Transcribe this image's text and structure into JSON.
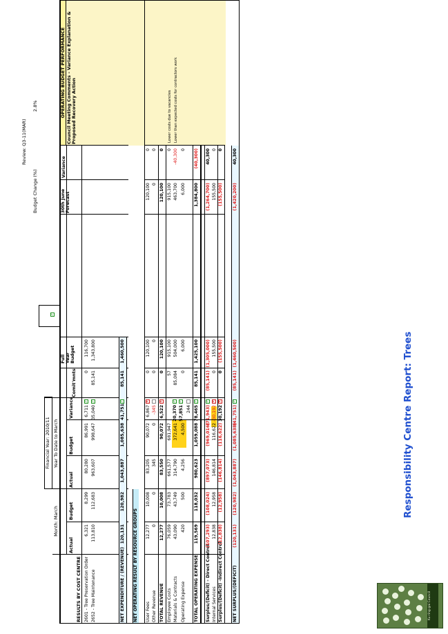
{
  "logo": {
    "text": "Ku-ring-gai Council"
  },
  "title": "Responsibility Centre Report: Trees",
  "review": "Review: Q3-11(MAR)",
  "budget_change": {
    "label": "Budget Change (%)",
    "value": "2.8%"
  },
  "financial_year": "Financial Year: 2010/11",
  "month_header": "Month: March",
  "ytd_header": "Year To Date to March",
  "op_header": "OPERATING BUDGET PERFORMANCE",
  "columns": {
    "actual": "Actual",
    "budget": "Budget",
    "ytd_actual": "Actual",
    "ytd_budget": "Budget",
    "variance": "Variance",
    "commitments": "Comit'mnts",
    "full_year": "Full Year Budget",
    "forecast": "30th June Forecast",
    "op_variance": "Variance",
    "comments": "Council Meeting Comments - Variance Explanation & Proposed Recovery Action"
  },
  "section1": {
    "heading": "RESULTS BY COST CENTRE",
    "rows": [
      {
        "label": "2601 - Tree Preservation Order",
        "m_actual": "6,321",
        "m_budget": "8,299",
        "ytd_actual": "80,280",
        "ytd_budget": "86,991",
        "variance": "6,711",
        "commit": "0",
        "full_year": "116,700"
      },
      {
        "label": "2652 - Tree Maintenance",
        "m_actual": "113,810",
        "m_budget": "112,683",
        "ytd_actual": "963,607",
        "ytd_budget": "998,647",
        "variance": "35,040",
        "commit": "85,141",
        "full_year": "1,343,800"
      }
    ]
  },
  "net_expenditure": {
    "label": "NET EXPENDITURE / (REVENUE)",
    "m_actual": "120,131",
    "m_budget": "120,982",
    "ytd_actual": "1,043,887",
    "ytd_budget": "1,085,638",
    "variance": "41,751",
    "commit": "85,141",
    "full_year": "1,460,500"
  },
  "section2": {
    "heading": "NET OPERATING RESULT BY RESOURCE GROUPS",
    "rows": [
      {
        "label": "User Fees",
        "m_actual": "12,277",
        "m_budget": "10,008",
        "ytd_actual": "83,205",
        "ytd_budget": "90,072",
        "variance": "6,867",
        "commit": "0",
        "full_year": "120,100",
        "forecast": "120,100",
        "op_var": "0",
        "comment": ""
      },
      {
        "label": "Other Revenue",
        "m_actual": "0",
        "m_budget": "0",
        "ytd_actual": "345",
        "ytd_budget": "0",
        "variance": "-345",
        "commit": "0",
        "full_year": "0",
        "forecast": "0",
        "op_var": "0",
        "comment": ""
      },
      {
        "label": "TOTAL REVENUE",
        "m_actual": "12,277",
        "m_budget": "10,008",
        "ytd_actual": "83,550",
        "ytd_budget": "90,072",
        "variance": "6,522",
        "commit": "0",
        "full_year": "120,100",
        "forecast": "120,100",
        "op_var": "0",
        "comment": ""
      },
      {
        "label": "Employee Costs",
        "m_actual": "76,059",
        "m_budget": "73,783",
        "ytd_actual": "661,577",
        "ytd_budget": "681,947",
        "variance": "20,370",
        "commit": "57",
        "full_year": "915,100",
        "forecast": "915,100",
        "op_var": "0",
        "comment": "Lower costs due to vacancies"
      },
      {
        "label": "Materials & Contracts",
        "m_actual": "43,090",
        "m_budget": "43,749",
        "ytd_actual": "314,790",
        "ytd_budget": "372,641",
        "variance": "57,851",
        "commit": "85,084",
        "full_year": "504,000",
        "forecast": "463,700",
        "op_var": "-40,300",
        "comment": "Lower than expected costs for contractors work"
      },
      {
        "label": "Operating Expense",
        "m_actual": "420",
        "m_budget": "500",
        "ytd_actual": "4,256",
        "ytd_budget": "4,500",
        "variance": "244",
        "commit": "0",
        "full_year": "6,000",
        "forecast": "6,000",
        "op_var": "0",
        "comment": ""
      },
      {
        "label": "TOTAL OPERATING EXPENSE",
        "m_actual": "119,569",
        "m_budget": "118,032",
        "ytd_actual": "980,623",
        "ytd_budget": "1,059,088",
        "variance": "78,465",
        "commit": "85,141",
        "full_year": "1,425,100",
        "forecast": "1,384,800",
        "op_var": "(40,300)",
        "comment": ""
      }
    ]
  },
  "section3": {
    "rows": [
      {
        "label": "Surplus/(Deficit) - Direct Control",
        "m_actual": "(107,293)",
        "m_budget": "(108,024)",
        "ytd_actual": "(897,073)",
        "ytd_budget": "(969,016)",
        "variance": "(71,943)",
        "commit": "(85,141)",
        "full_year": "(1,305,000)",
        "forecast": "(1,264,700)",
        "op_var": "40,300"
      },
      {
        "label": "Internal Services",
        "m_actual": "12,838",
        "m_budget": "12,958",
        "ytd_actual": "146,814",
        "ytd_budget": "116,622",
        "variance": "-30,192",
        "commit": "0",
        "full_year": "155,500",
        "forecast": "155,500",
        "op_var": "0"
      },
      {
        "label": "Surplus/(Deficit) -Indirect Control",
        "m_actual": "(12,838)",
        "m_budget": "(12,958)",
        "ytd_actual": "(146,814)",
        "ytd_budget": "(116,622)",
        "variance": "30,192",
        "commit": "0",
        "full_year": "(155,500)",
        "forecast": "(155,500)",
        "op_var": "0"
      }
    ]
  },
  "net_surplus": {
    "label": "NET SURPLUS/(DEFICIT)",
    "m_actual": "(120,131)",
    "m_budget": "(120,982)",
    "ytd_actual": "(1,043,887)",
    "ytd_budget": "(1,085,638)",
    "variance": "(41,751)",
    "commit": "(85,141)",
    "full_year": "(1,460,500)",
    "forecast": "(1,420,200)",
    "op_var": "40,300"
  },
  "colors": {
    "title": "#1f4fcf",
    "highlight": "#ffd21a",
    "op_panel": "#fcf5c7",
    "net_row": "#c6ecf7",
    "negative": "#e02020"
  }
}
